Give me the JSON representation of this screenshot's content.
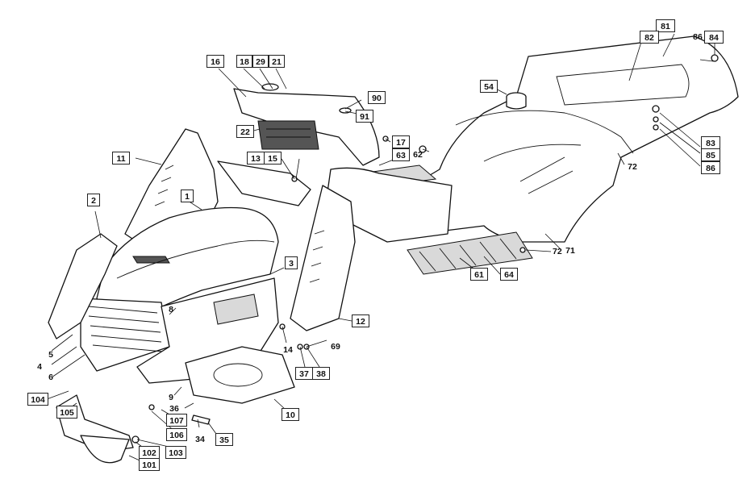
{
  "diagram": {
    "labels": [
      "81",
      "82",
      "84",
      "86",
      "54",
      "83",
      "85",
      "86",
      "72",
      "71",
      "72",
      "64",
      "61",
      "63",
      "62",
      "17",
      "90",
      "91",
      "16",
      "18",
      "29",
      "21",
      "22",
      "13",
      "15",
      "11",
      "1",
      "2",
      "3",
      "8",
      "12",
      "14",
      "69",
      "37",
      "38",
      "5",
      "4",
      "6",
      "104",
      "105",
      "9",
      "36",
      "107",
      "106",
      "34",
      "35",
      "10",
      "103",
      "102",
      "101"
    ]
  }
}
